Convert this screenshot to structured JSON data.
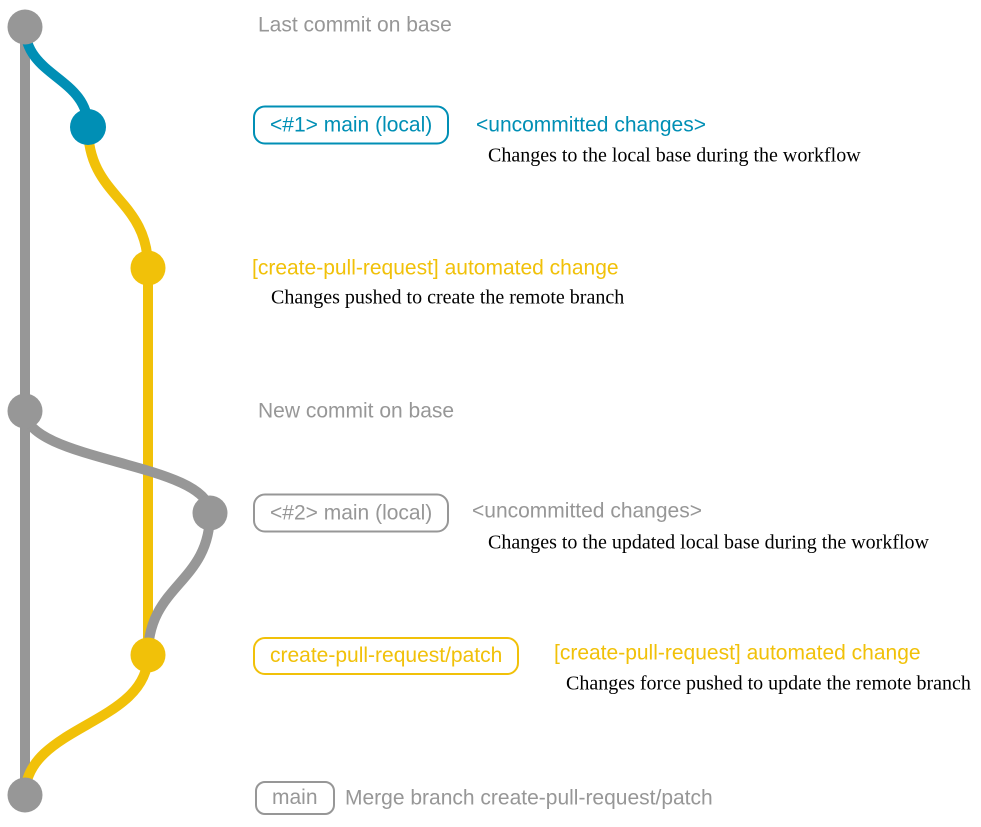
{
  "colors": {
    "grey": "#979797",
    "blue": "#008fb5",
    "yellow": "#f1c109",
    "note_text": "#000000",
    "background": "#ffffff"
  },
  "branches": {
    "base": "main (remote base, grey)",
    "local": "main local (blue)",
    "patch": "create-pull-request/patch (yellow)"
  },
  "rows": {
    "last_commit": {
      "message": "Last commit on base"
    },
    "local_main_1": {
      "tag": "<#1> main (local)",
      "message": "<uncommitted changes>",
      "note": "Changes to the local base during the workflow"
    },
    "automated_change_1": {
      "message": "[create-pull-request] automated change",
      "note": "Changes pushed to create the remote branch"
    },
    "new_commit": {
      "message": "New commit on base"
    },
    "local_main_2": {
      "tag": "<#2> main (local)",
      "message": "<uncommitted changes>",
      "note": "Changes to the updated local base during the workflow"
    },
    "automated_change_2": {
      "tag": "create-pull-request/patch",
      "message": "[create-pull-request] automated change",
      "note": "Changes force pushed to update the remote branch"
    },
    "merge": {
      "tag": "main",
      "message": "Merge branch create-pull-request/patch"
    }
  }
}
